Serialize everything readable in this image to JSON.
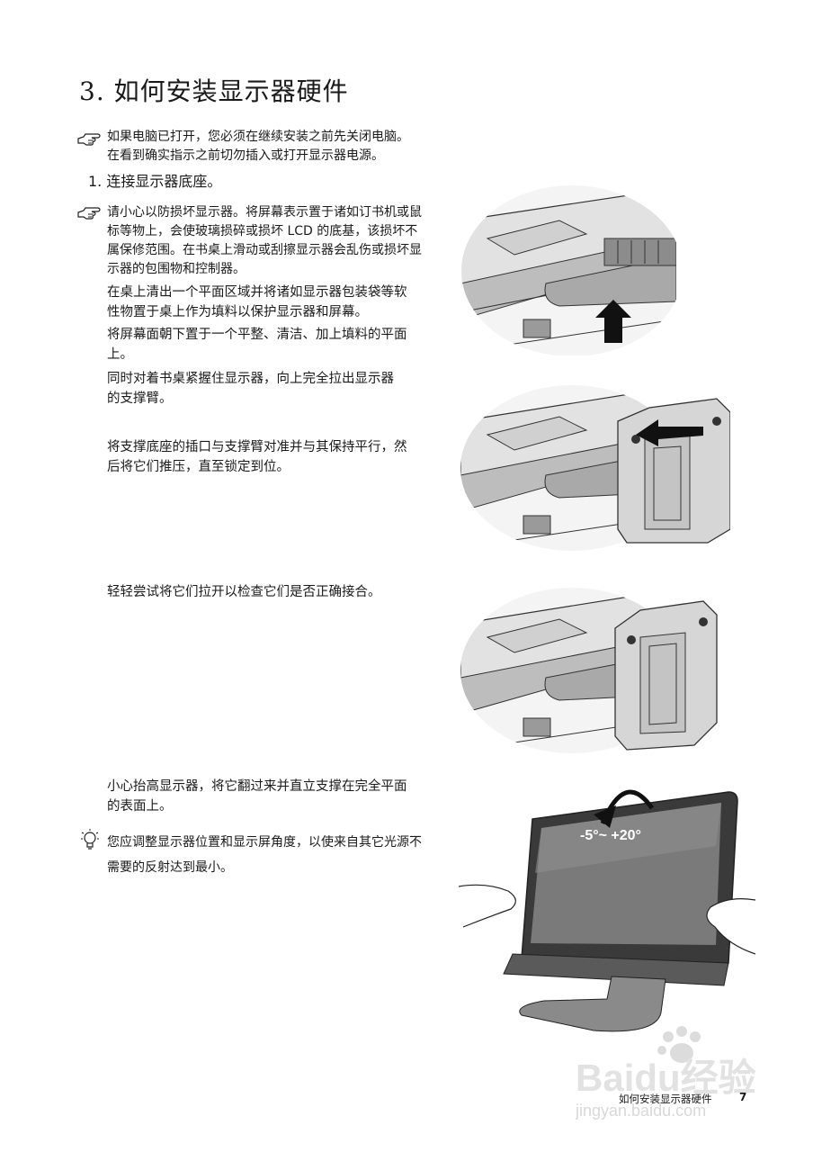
{
  "section": {
    "title": "3. 如何安装显示器硬件"
  },
  "note1": {
    "icon": "pointing-hand-icon",
    "lines": [
      "如果电脑已打开，您必须在继续安装之前先关闭电脑。",
      "在看到确实指示之前切勿插入或打开显示器电源。"
    ]
  },
  "step1": {
    "label": "1.  连接显示器底座。"
  },
  "note2": {
    "icon": "pointing-hand-icon",
    "lines": [
      "请小心以防损坏显示器。将屏幕表示置于诸如订书机或鼠",
      "标等物上，会使玻璃损碎或损坏 LCD 的底基，该损坏不",
      "属保修范围。在书桌上滑动或刮擦显示器会乱伤或损坏显",
      "示器的包围物和控制器。"
    ]
  },
  "instructions": {
    "p1": [
      "在桌上清出一个平面区域并将诸如显示器包装袋等软",
      "性物置于桌上作为填料以保护显示器和屏幕。"
    ],
    "p2": [
      "将屏幕面朝下置于一个平整、清洁、加上填料的平面",
      "上。"
    ],
    "p3": [
      "同时对着书桌紧握住显示器，向上完全拉出显示器",
      "的支撑臂。"
    ],
    "p4": [
      "将支撑底座的插口与支撑臂对准并与其保持平行，然",
      "后将它们推压，直至锁定到位。"
    ],
    "p5": [
      "轻轻尝试将它们拉开以检查它们是否正确接合。"
    ],
    "p6": [
      "小心抬高显示器，将它翻过来并直立支撑在完全平面",
      "的表面上。"
    ]
  },
  "tip": {
    "icon": "lightbulb-icon",
    "lines": [
      "您应调整显示器位置和显示屏角度，以使来自其它光源不",
      "需要的反射达到最小。"
    ]
  },
  "illustration4": {
    "tilt_label": "-5°~ +20°"
  },
  "footer": {
    "title": "如何安装显示器硬件",
    "page": "7"
  },
  "watermark": {
    "text": "Baidu经验",
    "url": "jingyan.baidu.com"
  }
}
